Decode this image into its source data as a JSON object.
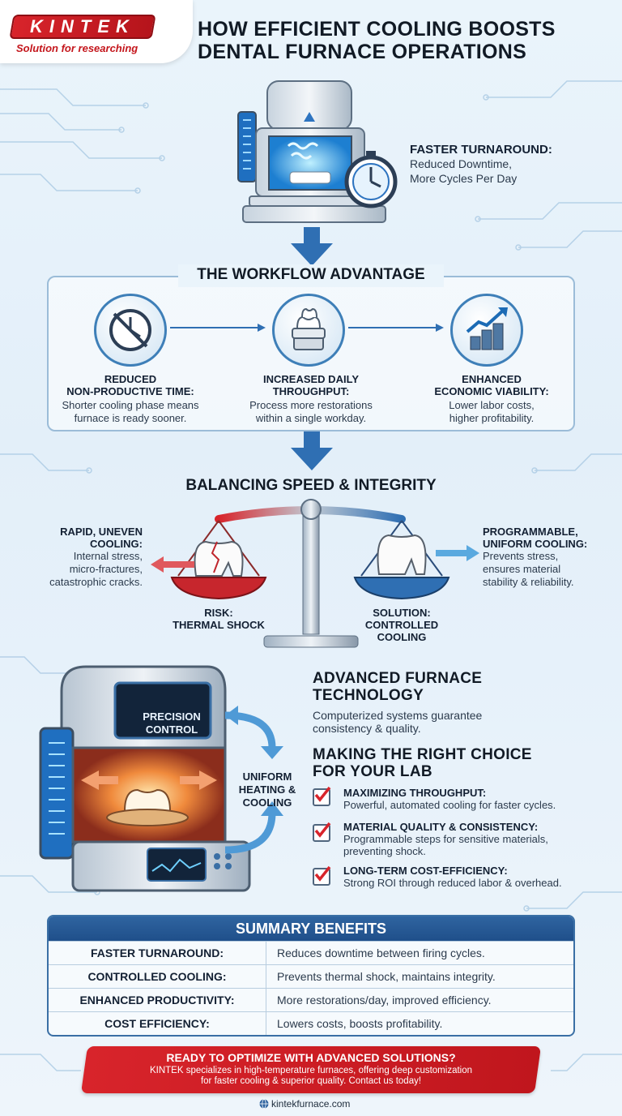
{
  "brand": {
    "logo_text": "KINTEK",
    "tagline": "Solution for researching",
    "website": "kintekfurnace.com",
    "primary_red": "#d8242b",
    "primary_blue": "#2f64a0"
  },
  "title": {
    "line1": "HOW EFFICIENT COOLING BOOSTS",
    "line2": "DENTAL FURNACE OPERATIONS"
  },
  "hero": {
    "head": "FASTER TURNAROUND:",
    "body1": "Reduced Downtime,",
    "body2": "More Cycles Per Day"
  },
  "workflow": {
    "title": "THE WORKFLOW ADVANTAGE",
    "items": [
      {
        "icon": "clock-slash-icon",
        "head1": "REDUCED",
        "head2": "NON-PRODUCTIVE TIME:",
        "body1": "Shorter cooling phase means",
        "body2": "furnace is ready sooner."
      },
      {
        "icon": "crowns-stack-icon",
        "head1": "INCREASED DAILY",
        "head2": "THROUGHPUT:",
        "body1": "Process more restorations",
        "body2": "within a single workday."
      },
      {
        "icon": "growth-coins-icon",
        "head1": "ENHANCED",
        "head2": "ECONOMIC VIABILITY:",
        "body1": "Lower labor costs,",
        "body2": "higher profitability."
      }
    ]
  },
  "balance": {
    "title": "BALANCING SPEED & INTEGRITY",
    "left_head1": "RAPID, UNEVEN",
    "left_head2": "COOLING:",
    "left_body1": "Internal stress,",
    "left_body2": "micro-fractures,",
    "left_body3": "catastrophic cracks.",
    "left_pan1": "RISK:",
    "left_pan2": "THERMAL SHOCK",
    "right_head1": "PROGRAMMABLE,",
    "right_head2": "UNIFORM COOLING:",
    "right_body1": "Prevents stress,",
    "right_body2": "ensures material",
    "right_body3": "stability & reliability.",
    "right_pan1": "SOLUTION:",
    "right_pan2": "CONTROLLED",
    "right_pan3": "COOLING"
  },
  "furnace": {
    "screen1": "PRECISION",
    "screen2": "CONTROL",
    "flow1": "UNIFORM",
    "flow2": "HEATING &",
    "flow3": "COOLING"
  },
  "advanced": {
    "title1": "ADVANCED FURNACE",
    "title2": "TECHNOLOGY",
    "body1": "Computerized systems guarantee",
    "body2": "consistency & quality."
  },
  "choice": {
    "title1": "MAKING THE RIGHT CHOICE",
    "title2": "FOR YOUR LAB",
    "items": [
      {
        "head": "MAXIMIZING THROUGHPUT:",
        "body1": "Powerful, automated cooling for faster cycles.",
        "body2": ""
      },
      {
        "head": "MATERIAL QUALITY & CONSISTENCY:",
        "body1": "Programmable steps for sensitive materials,",
        "body2": "preventing shock."
      },
      {
        "head": "LONG-TERM COST-EFFICIENCY:",
        "body1": "Strong ROI through reduced labor & overhead.",
        "body2": ""
      }
    ]
  },
  "summary": {
    "title": "SUMMARY BENEFITS",
    "rows": [
      {
        "key": "FASTER TURNAROUND:",
        "value": "Reduces downtime between firing cycles."
      },
      {
        "key": "CONTROLLED COOLING:",
        "value": "Prevents thermal shock, maintains integrity."
      },
      {
        "key": "ENHANCED PRODUCTIVITY:",
        "value": "More restorations/day, improved efficiency."
      },
      {
        "key": "COST EFFICIENCY:",
        "value": "Lowers costs, boosts profitability."
      }
    ]
  },
  "cta": {
    "title": "READY TO OPTIMIZE WITH ADVANCED SOLUTIONS?",
    "body1": "KINTEK specializes in high-temperature furnaces, offering deep customization",
    "body2": "for faster cooling & superior quality. Contact us today!"
  }
}
